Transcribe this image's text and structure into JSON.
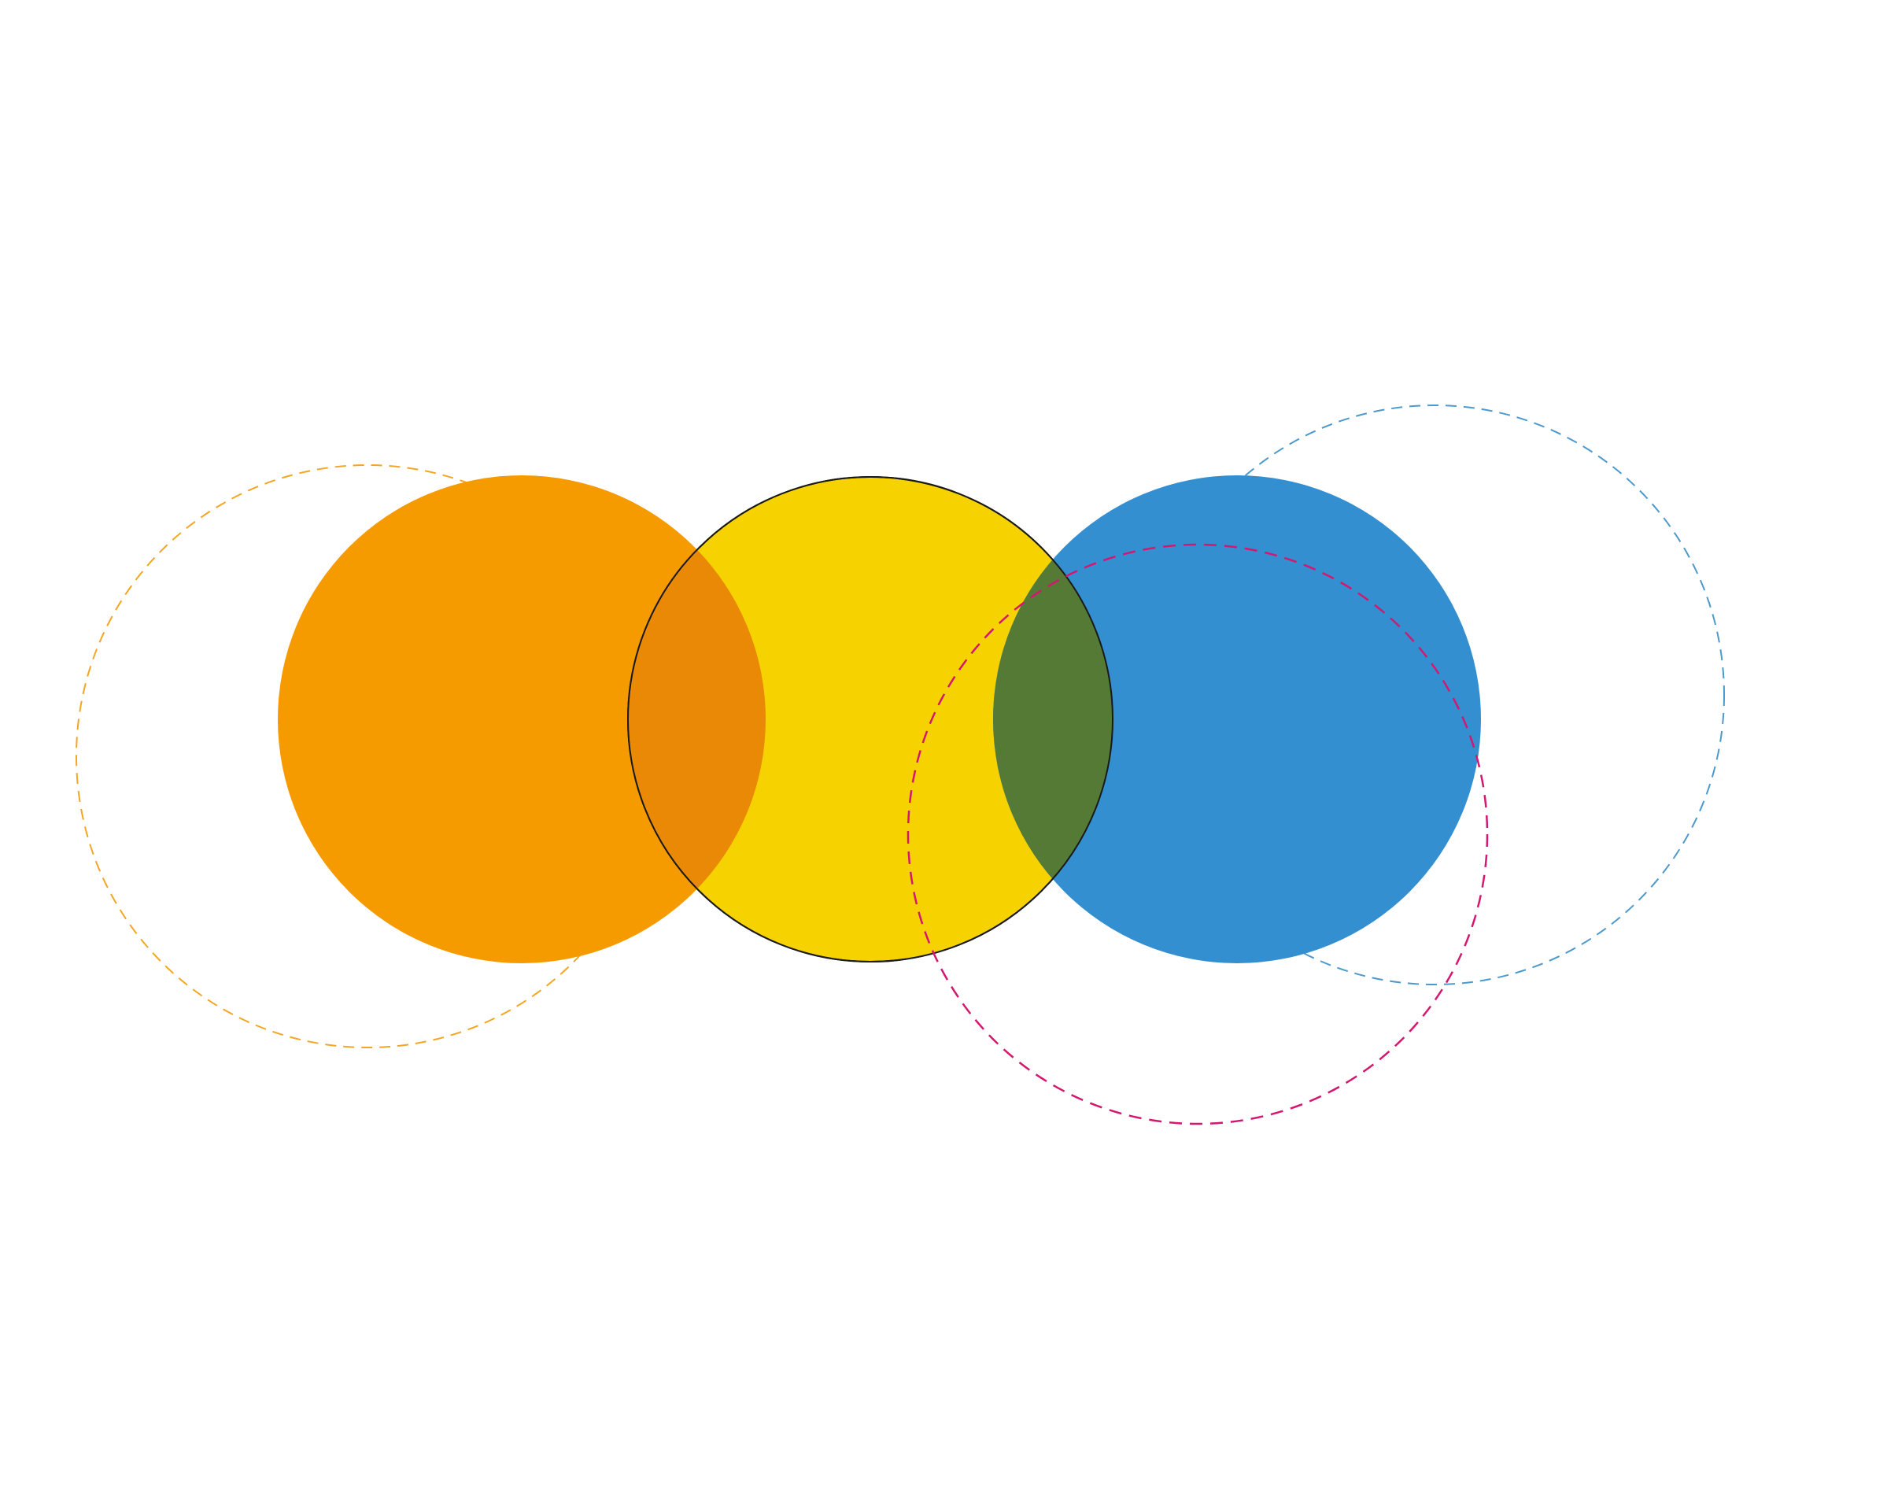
{
  "diagram": {
    "kind": "overlapping-circles",
    "background_color": "#ffffff",
    "circles": [
      {
        "name": "orange-circle",
        "fill": "#f59b00"
      },
      {
        "name": "yellow-circle",
        "fill": "#f6d200",
        "stroke": "#1a1a1a"
      },
      {
        "name": "blue-circle",
        "fill": "#338fcf"
      }
    ],
    "overlaps": [
      {
        "name": "orange-yellow-overlap",
        "fill": "#ea8906"
      },
      {
        "name": "yellow-blue-overlap",
        "fill": "#557a35"
      }
    ],
    "outlines": [
      {
        "name": "orange-dashed-outline",
        "stroke": "#f4a523",
        "style": "dashed"
      },
      {
        "name": "blue-dashed-outline",
        "stroke": "#4c99cc",
        "style": "dashed"
      },
      {
        "name": "magenta-dashed-outline",
        "stroke": "#d4176f",
        "style": "dashed"
      }
    ]
  }
}
